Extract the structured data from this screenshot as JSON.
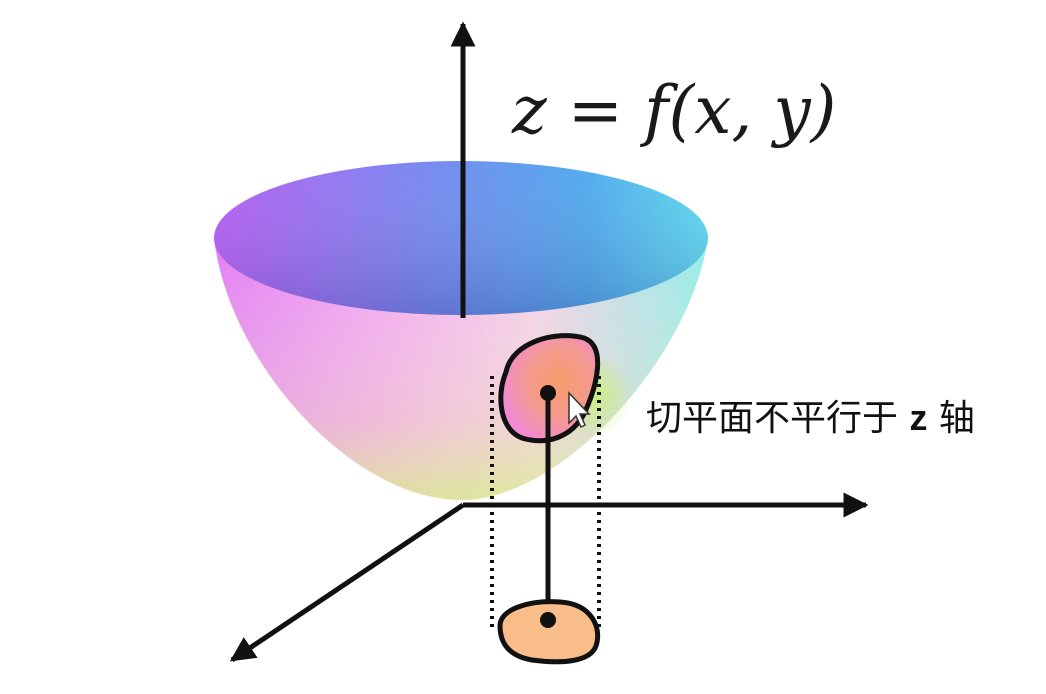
{
  "equation": "z = f(x, y)",
  "annotation": {
    "text_before": "切平面不平行于 ",
    "axis": "z",
    "text_after": " 轴"
  },
  "colors": {
    "surface_purple": "#b05cf0",
    "surface_blue": "#5aa8f0",
    "surface_cyan": "#64e0ec",
    "surface_pink": "#f08cf0",
    "surface_yellow": "#f4f49a",
    "patch_orange": "#f4a070",
    "patch_pink": "#f48ad0",
    "projection_fill": "#f9bd8a",
    "stroke": "#111111"
  }
}
